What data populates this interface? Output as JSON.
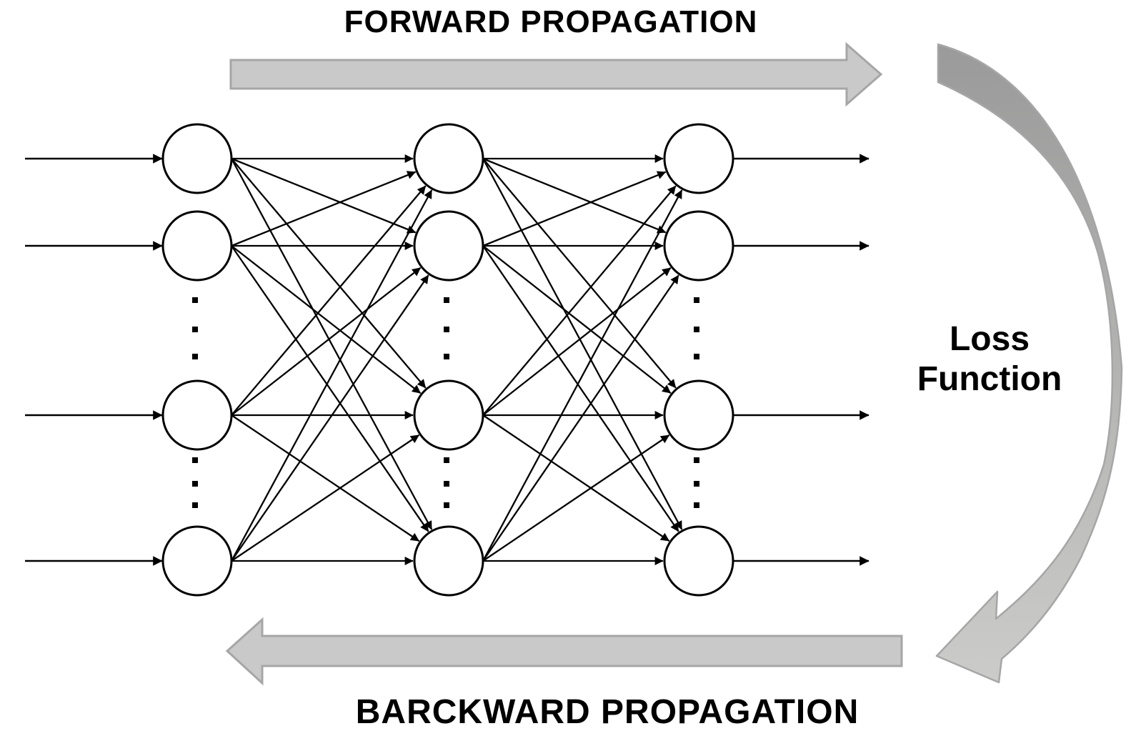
{
  "diagram": {
    "type": "neural-network-training-flow",
    "top_label": "FORWARD PROPAGATION",
    "bottom_label": "BARCKWARD PROPAGATION",
    "loss_label": {
      "line1": "Loss",
      "line2": "Function"
    },
    "network": {
      "fully_connected": true,
      "dots_per_gap": 3,
      "ellipsis_gaps": 2,
      "layers": [
        {
          "name": "input-layer",
          "visible_nodes": 4,
          "has_input_arrows": true,
          "has_output_arrows": false
        },
        {
          "name": "hidden-layer",
          "visible_nodes": 4,
          "has_input_arrows": false,
          "has_output_arrows": false
        },
        {
          "name": "output-layer",
          "visible_nodes": 4,
          "has_input_arrows": false,
          "has_output_arrows": true
        }
      ]
    },
    "colors": {
      "background": "#ffffff",
      "text": "#000000",
      "node_fill": "#ffffff",
      "node_stroke": "#000000",
      "edge": "#000000",
      "block_arrow_fill": "#c9c9c9",
      "block_arrow_stroke": "#a6a6a6",
      "curved_arrow_start": "#9a9a9a",
      "curved_arrow_end": "#cbcbc9",
      "curved_arrow_stroke": "#a6a6a6"
    }
  }
}
